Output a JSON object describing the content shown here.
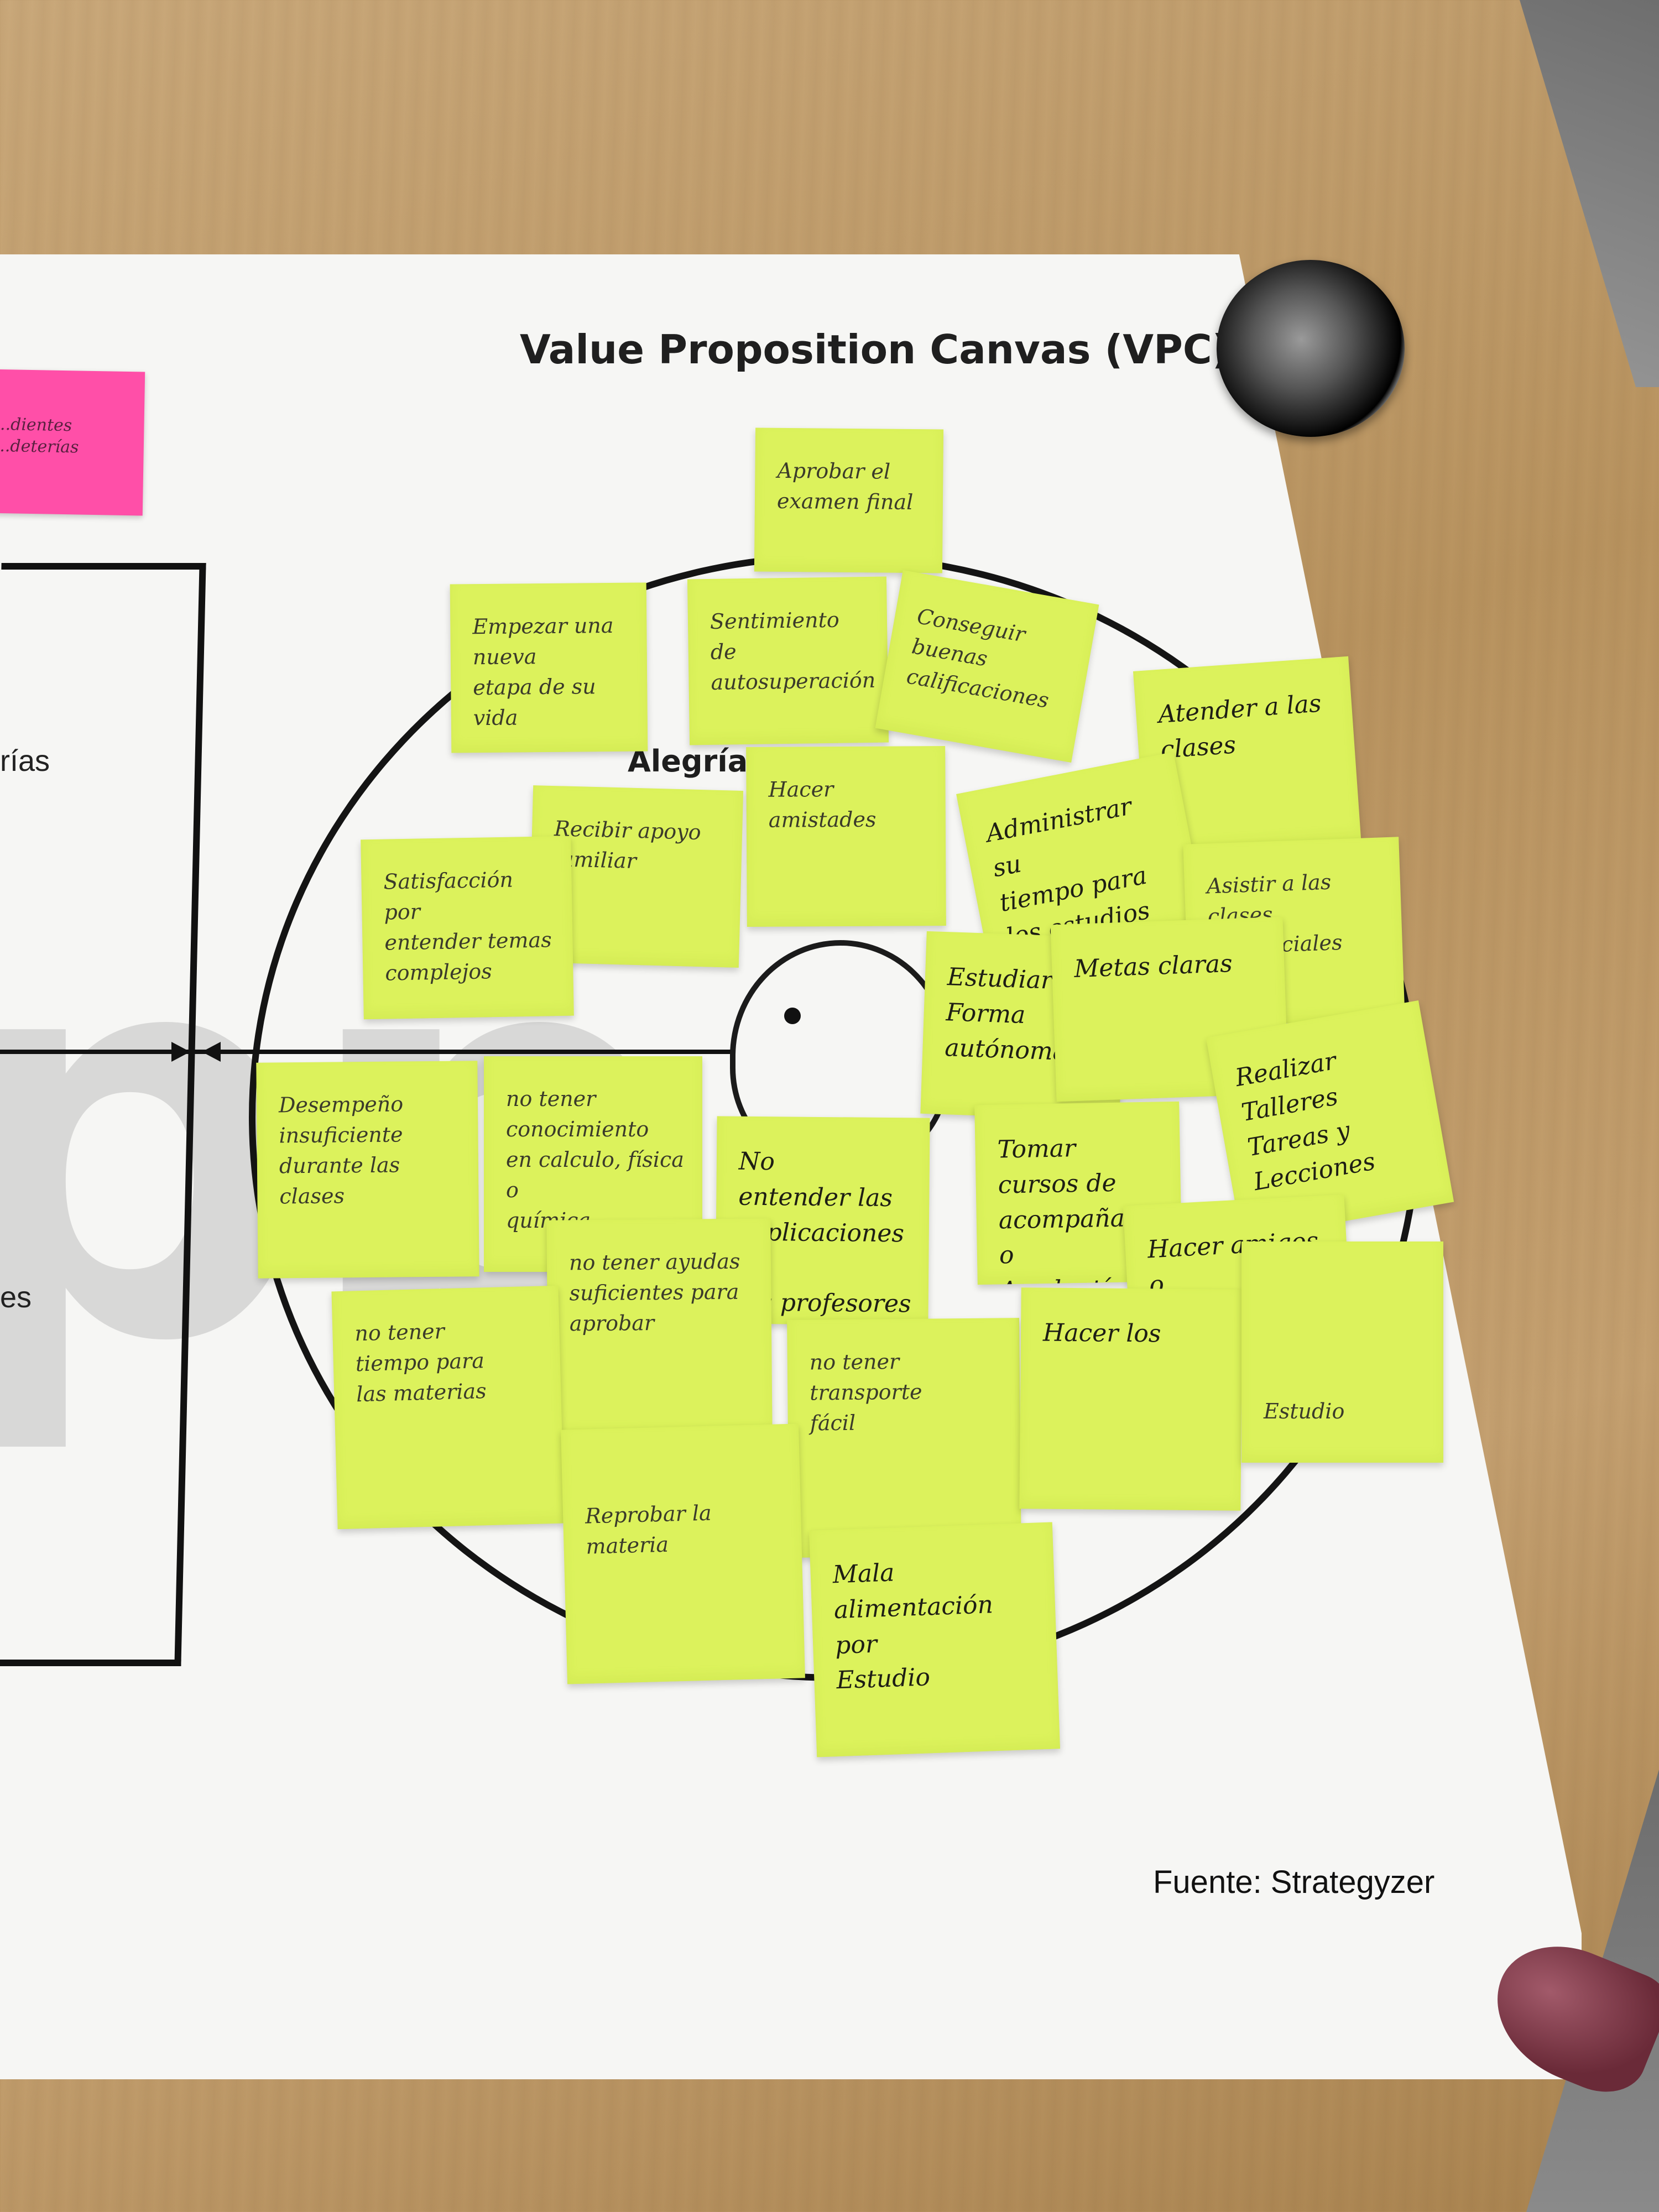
{
  "poster": {
    "title": "Value Proposition Canvas (VPC)",
    "circle_label": "Alegrías",
    "left_labels": [
      "rías",
      "es"
    ],
    "source": "Fuente: Strategyzer"
  },
  "pink_note": {
    "text": "...dientes\n...deterías"
  },
  "notes": [
    {
      "id": "n1",
      "text": "Aprobar el\nexamen final"
    },
    {
      "id": "n2",
      "text": "Empezar una nueva\netapa de su vida"
    },
    {
      "id": "n3",
      "text": "Sentimiento\nde\nautosuperación"
    },
    {
      "id": "n4",
      "text": "Conseguir buenas\ncalificaciones"
    },
    {
      "id": "n5",
      "text": "Atender a las\nclases"
    },
    {
      "id": "n6",
      "text": "Hacer amistades"
    },
    {
      "id": "n7",
      "text": "Recibir apoyo\nfamiliar"
    },
    {
      "id": "n8",
      "text": "Satisfacción por\nentender temas\ncomplejos"
    },
    {
      "id": "n9",
      "text": "Administrar su\ntiempo para\nlos estudios"
    },
    {
      "id": "n10",
      "text": "Asistir a las\nclases presenciales"
    },
    {
      "id": "n11",
      "text": "Estudiar de\nForma\nautónoma"
    },
    {
      "id": "n12",
      "text": "Metas claras"
    },
    {
      "id": "n13",
      "text": "Realizar Talleres\nTareas y\nLecciones"
    },
    {
      "id": "n14",
      "text": "Desempeño\ninsuficiente\ndurante las clases"
    },
    {
      "id": "n15",
      "text": "no tener\nconocimiento\nen calculo, física o\nquímica."
    },
    {
      "id": "n16",
      "text": "No\nentender las\nexplicaciones de\nlos profesores"
    },
    {
      "id": "n17",
      "text": "Tomar cursos de\nacompañamiento\no\nAyudantías"
    },
    {
      "id": "n18",
      "text": "Hacer amigos o\nabrir su círculo\nsocial/contactos"
    },
    {
      "id": "n19",
      "text": "no tener ayudas\nsuficientes para\naprobar"
    },
    {
      "id": "n20",
      "text": "no tener\ntiempo para\nlas materias"
    },
    {
      "id": "n21",
      "text": "no tener\ntransporte\nfácil"
    },
    {
      "id": "n22",
      "text": "Hacer los"
    },
    {
      "id": "n23",
      "text": "Estudio"
    },
    {
      "id": "n24",
      "text": "Reprobar la\nmateria"
    },
    {
      "id": "n25",
      "text": "Mala alimentación\npor\nEstudio"
    }
  ],
  "colors": {
    "note": "#dcf25c",
    "pink_note": "#ff4fa8",
    "table": "#c4a070",
    "poster": "#f6f6f4"
  }
}
